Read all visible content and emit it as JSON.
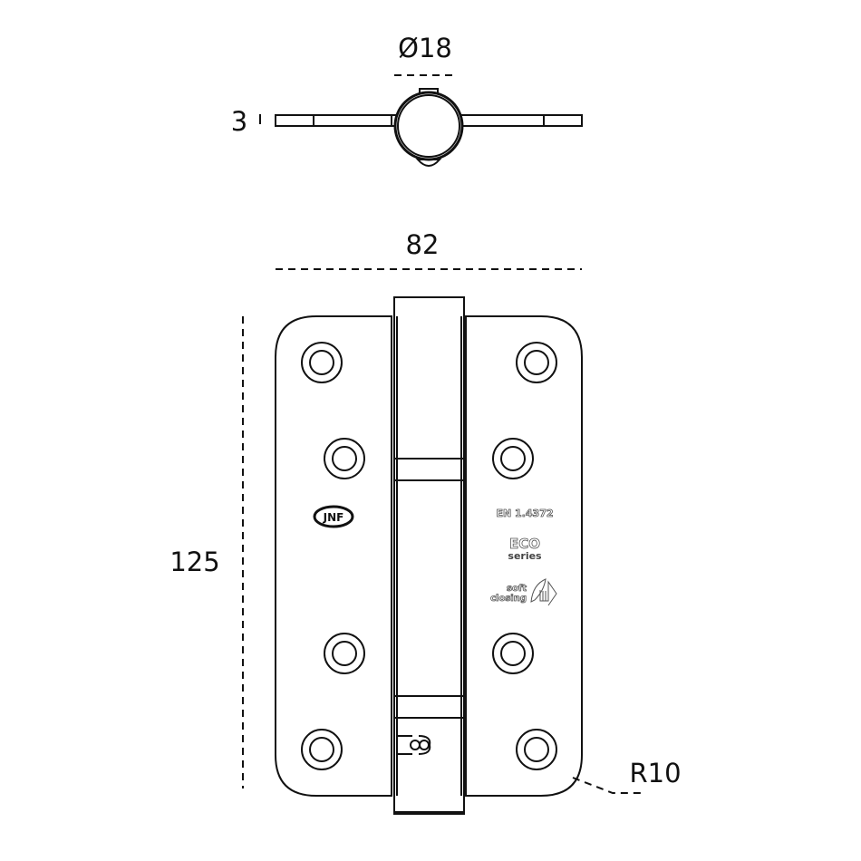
{
  "top_view": {
    "diameter_label": "Ø18",
    "thickness_label": "3"
  },
  "front_view": {
    "width_label": "82",
    "height_label": "125",
    "radius_label": "R10",
    "logo_text": "JNF",
    "material_text": "EN 1.4372",
    "eco_text": "ECO",
    "series_text": "series",
    "soft_text": "soft",
    "closing_text": "closing"
  },
  "colors": {
    "line": "#111111",
    "background": "#ffffff"
  }
}
